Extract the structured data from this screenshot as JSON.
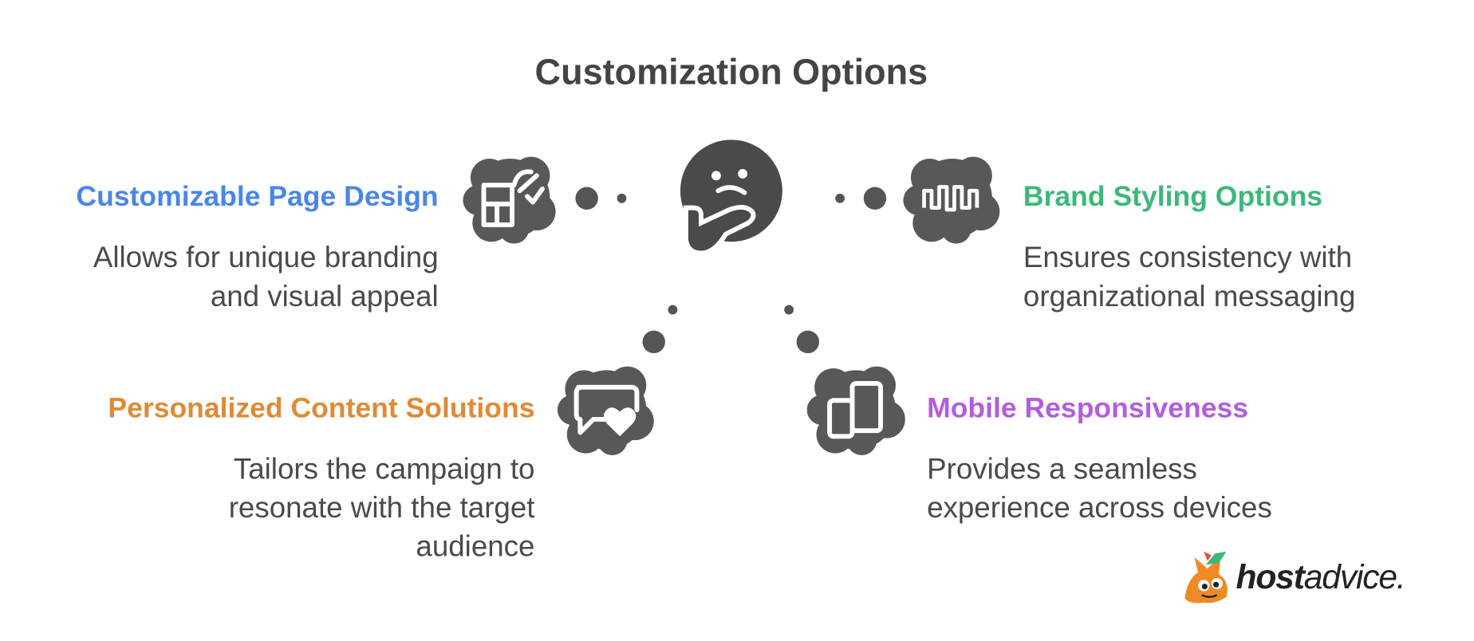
{
  "title": "Customization Options",
  "colors": {
    "icon_fill": "#585858",
    "blue": "#4a86e8",
    "green": "#3cb878",
    "orange": "#e08a34",
    "purple": "#b45ce0"
  },
  "center_icon": "thinking-face-icon",
  "items": [
    {
      "heading": "Customizable Page Design",
      "description_lines": [
        "Allows for unique branding",
        "and visual appeal"
      ],
      "color": "#4a86e8",
      "icon": "design-tools-icon"
    },
    {
      "heading": "Brand Styling Options",
      "description_lines": [
        "Ensures consistency with",
        "organizational messaging"
      ],
      "color": "#3cb878",
      "icon": "waveform-icon"
    },
    {
      "heading": "Personalized Content Solutions",
      "description_lines": [
        "Tailors the campaign to",
        "resonate with the target",
        "audience"
      ],
      "color": "#e08a34",
      "icon": "chat-heart-icon"
    },
    {
      "heading": "Mobile Responsiveness",
      "description_lines": [
        "Provides a seamless",
        "experience across devices"
      ],
      "color": "#b45ce0",
      "icon": "devices-icon"
    }
  ],
  "logo": {
    "host": "host",
    "advice": "advice."
  }
}
